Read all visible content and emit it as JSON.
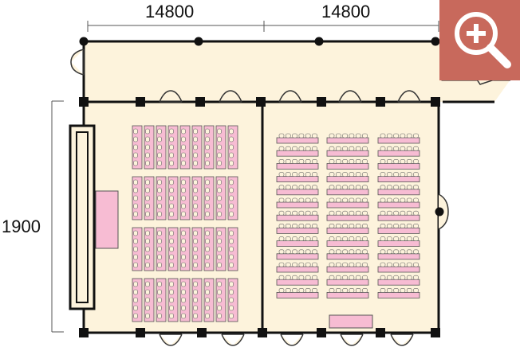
{
  "dimensions": {
    "top_left": "14800",
    "top_right": "14800",
    "left": "1900"
  },
  "layout": {
    "classroom_rows": 4,
    "classroom_columns": 9,
    "theater_rows": 13,
    "theater_columns": 3
  },
  "colors": {
    "floor": "#fdf3dc",
    "wall": "#111111",
    "furniture": "#f7bcd3",
    "zoom_button": "#c8695c",
    "zoom_icon": "#ffffff"
  },
  "icons": {
    "zoom": "zoom-in-icon"
  }
}
